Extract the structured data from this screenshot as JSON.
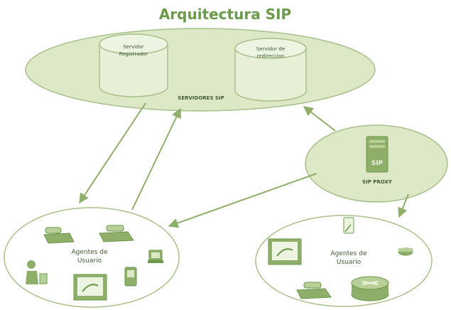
{
  "title": "Arquitectura SIP",
  "servers_group": {
    "label": "SERVIDORES SIP",
    "registrar": {
      "line1": "Servidor",
      "line2": "Registrador"
    },
    "redirect": {
      "line1": "Servidor de",
      "line2": "redireccion"
    }
  },
  "proxy": {
    "label": "SIP PROXY",
    "icon_text": "SIP"
  },
  "left_agents": {
    "line1": "Agentes de",
    "line2": "Usuario"
  },
  "right_agents": {
    "line1": "Agentes de",
    "line2": "Usuario"
  },
  "colors": {
    "fill": "#dde8c7",
    "stroke": "#a8c08a",
    "accent": "#6a9a4a",
    "device": "#8fae6a",
    "text": "#3f5a33"
  }
}
